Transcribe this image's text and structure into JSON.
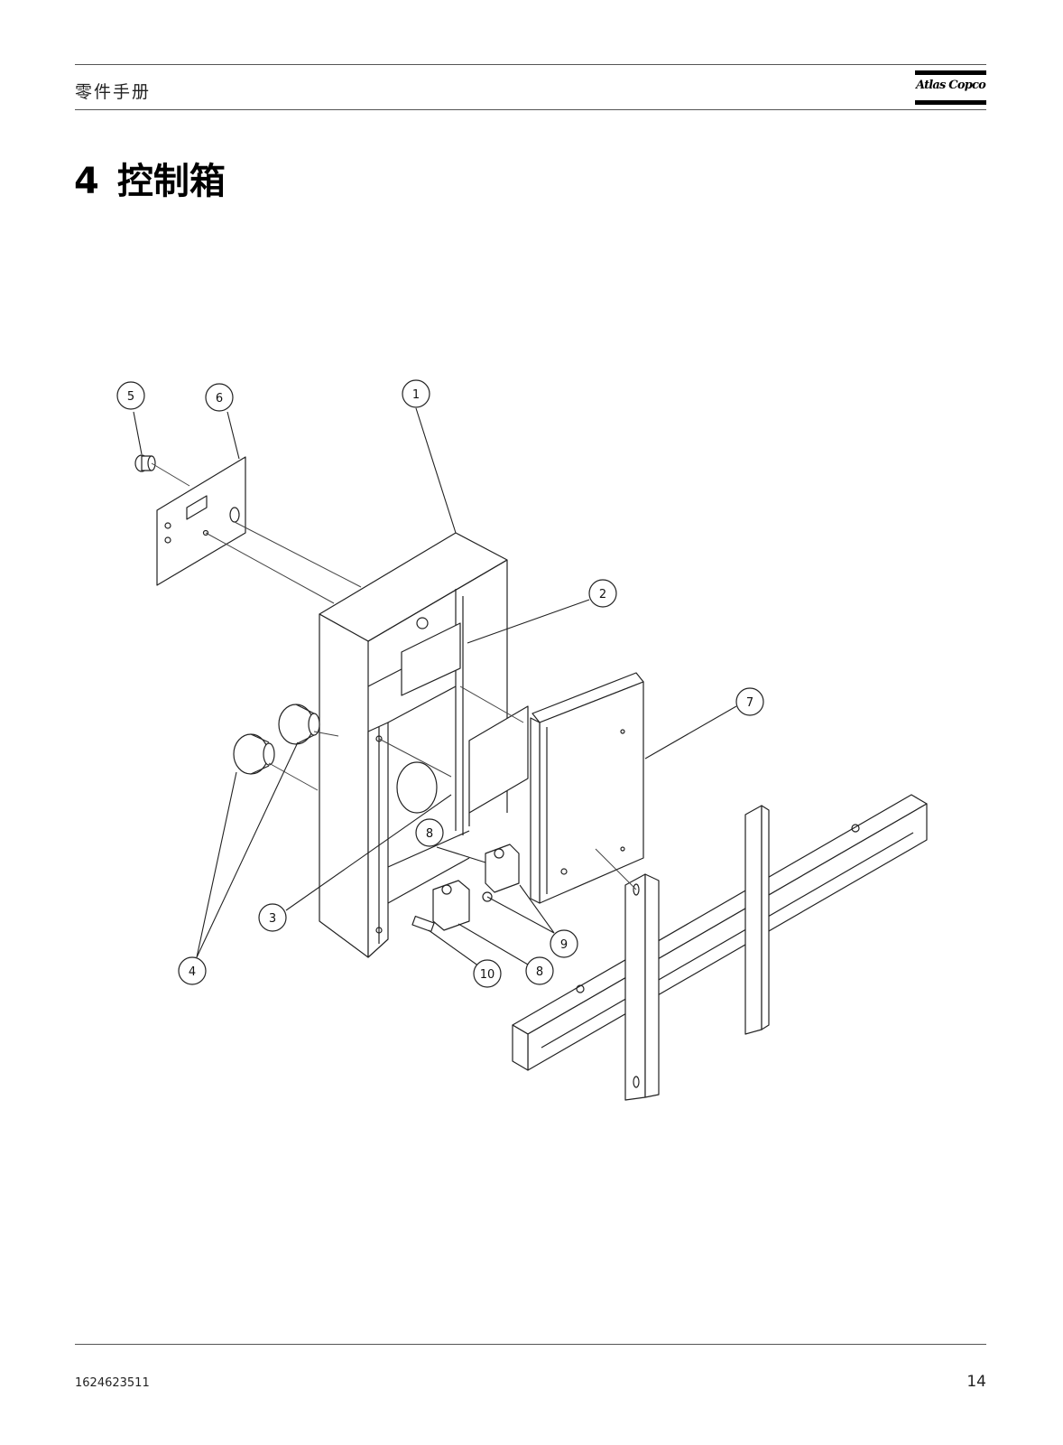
{
  "header": {
    "section": "零件手册",
    "brand": "Atlas Copco"
  },
  "title": {
    "number": "4",
    "text": "控制箱"
  },
  "diagram": {
    "callouts": [
      {
        "id": "callout-1",
        "label": "1"
      },
      {
        "id": "callout-2",
        "label": "2"
      },
      {
        "id": "callout-3",
        "label": "3"
      },
      {
        "id": "callout-4",
        "label": "4"
      },
      {
        "id": "callout-5",
        "label": "5"
      },
      {
        "id": "callout-6",
        "label": "6"
      },
      {
        "id": "callout-7",
        "label": "7"
      },
      {
        "id": "callout-8a",
        "label": "8"
      },
      {
        "id": "callout-8b",
        "label": "8"
      },
      {
        "id": "callout-9",
        "label": "9"
      },
      {
        "id": "callout-10",
        "label": "10"
      }
    ]
  },
  "footer": {
    "doc_number": "1624623511",
    "page_number": "14"
  }
}
